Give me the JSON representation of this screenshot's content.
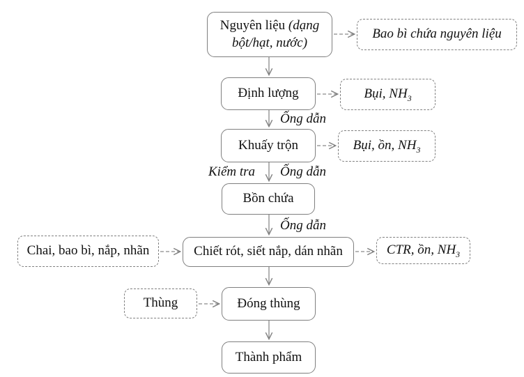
{
  "diagram": {
    "nodes": {
      "raw_material": {
        "label": "Nguyên liệu",
        "note": "(dạng bột/hạt, nước)"
      },
      "dosing": {
        "label": "Định lượng"
      },
      "mixing": {
        "label": "Khuấy trộn"
      },
      "tank": {
        "label": "Bồn chứa"
      },
      "filling": {
        "label": "Chiết rót, siết nắp, dán nhãn"
      },
      "boxing": {
        "label": "Đóng thùng"
      },
      "finished": {
        "label": "Thành phẩm"
      }
    },
    "inputs": {
      "bottle_packaging": {
        "label": "Chai, bao bì, nắp, nhãn"
      },
      "carton": {
        "label": "Thùng"
      }
    },
    "outputs": {
      "raw_packaging": {
        "label": "Bao bì chứa nguyên liệu"
      },
      "dust_nh3": {
        "text": "Bụi, NH",
        "sub": "3"
      },
      "dust_noise_nh3": {
        "text": "Bụi, ồn, NH",
        "sub": "3"
      },
      "ctr_noise_nh3": {
        "text": "CTR, ồn, NH",
        "sub": "3"
      }
    },
    "edge_labels": {
      "pipe1": "Ống dẫn",
      "inspect": "Kiểm tra",
      "pipe2": "Ống dẫn",
      "pipe3": "Ống dẫn"
    },
    "colors": {
      "border_solid": "#7f7f7f",
      "border_dashed": "#808080",
      "arrow": "#808080",
      "text": "#111111"
    }
  }
}
